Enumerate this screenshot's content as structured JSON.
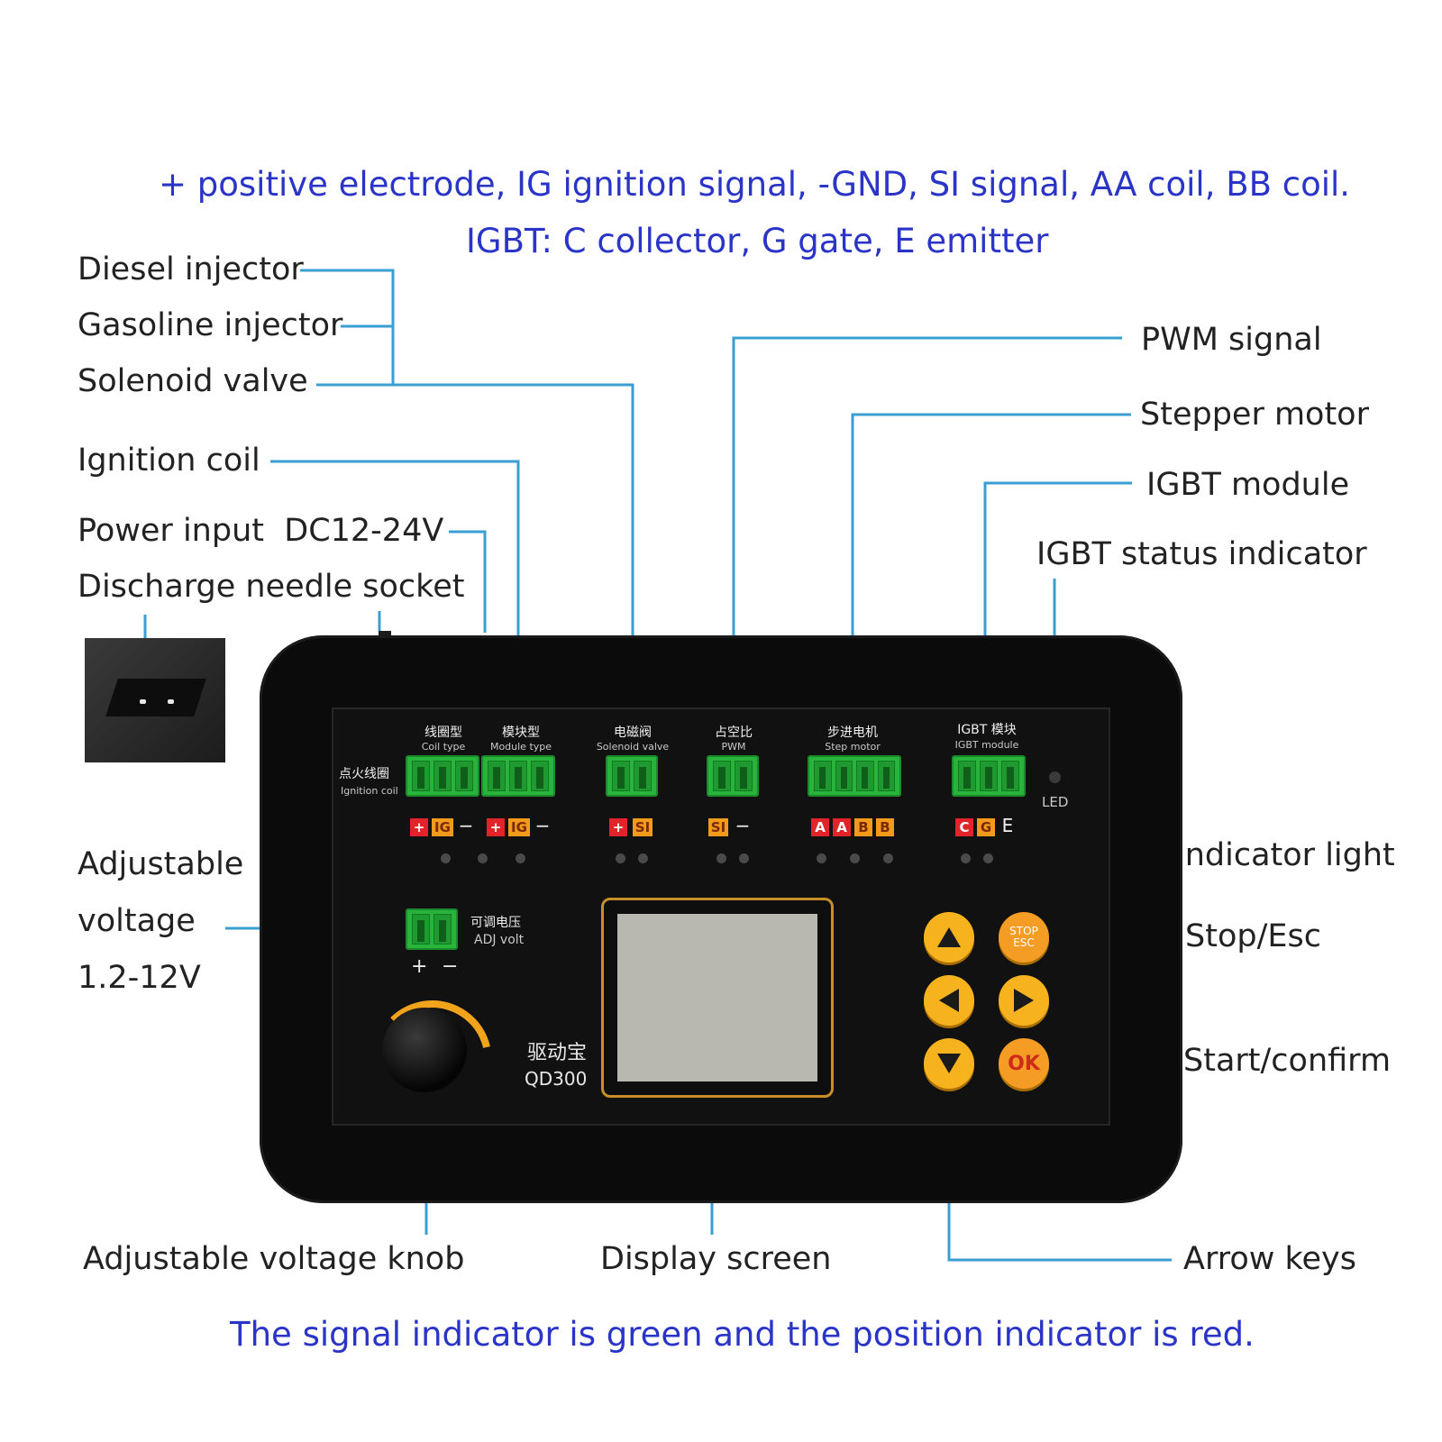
{
  "header": {
    "line1": "+ positive electrode, IG ignition signal, -GND, SI signal, AA coil, BB coil.",
    "line2": "IGBT: C collector, G gate, E emitter"
  },
  "footer": "The signal indicator is green and the position indicator is red.",
  "callouts": {
    "diesel_injector": "Diesel injector",
    "gasoline_injector": "Gasoline injector",
    "solenoid_valve": "Solenoid valve",
    "ignition_coil": "Ignition coil",
    "power_input": "Power input",
    "power_input_voltage": "DC12-24V",
    "discharge_needle_socket": "Discharge needle socket",
    "adjustable_voltage_1": "Adjustable",
    "adjustable_voltage_2": "voltage",
    "adjustable_voltage_3": "1.2-12V",
    "pwm_signal": "PWM signal",
    "stepper_motor": "Stepper motor",
    "igbt_module": "IGBT module",
    "igbt_status_indicator": "IGBT status indicator",
    "indicator_light": "indicator light",
    "stop_esc": "Stop/Esc",
    "start_confirm": "Start/confirm",
    "adjustable_voltage_knob": "Adjustable voltage knob",
    "display_screen": "Display screen",
    "arrow_keys": "Arrow keys"
  },
  "device": {
    "ignition_coil_cn": "点火线圈",
    "ignition_coil_en": "Ignition coil",
    "coil_type_cn": "线圈型",
    "coil_type_en": "Coil type",
    "module_type_cn": "模块型",
    "module_type_en": "Module type",
    "solenoid_cn": "电磁阀",
    "solenoid_en": "Solenoid valve",
    "pwm_cn": "占空比",
    "pwm_en": "PWM",
    "step_cn": "步进电机",
    "step_en": "Step motor",
    "igbt_cn": "IGBT 模块",
    "igbt_en": "IGBT module",
    "led": "LED",
    "adj_cn": "可调电压",
    "adj_en": "ADJ volt",
    "adj_plus": "+",
    "adj_minus": "−",
    "brand_cn": "驱动宝",
    "model": "QD300",
    "stop_key": "STOP\nESC",
    "ok_key": "OK",
    "pin_plus": "+",
    "pin_ig": "IG",
    "pin_minus": "−",
    "pin_si": "SI",
    "pin_a": "A",
    "pin_b": "B",
    "pin_c": "C",
    "pin_g": "G",
    "pin_e": "E"
  },
  "colors": {
    "accent_blue": "#2a35c8",
    "leader_line": "#3a9fd0",
    "terminal_green": "#28b33c",
    "key_yellow": "#f6b31e"
  }
}
